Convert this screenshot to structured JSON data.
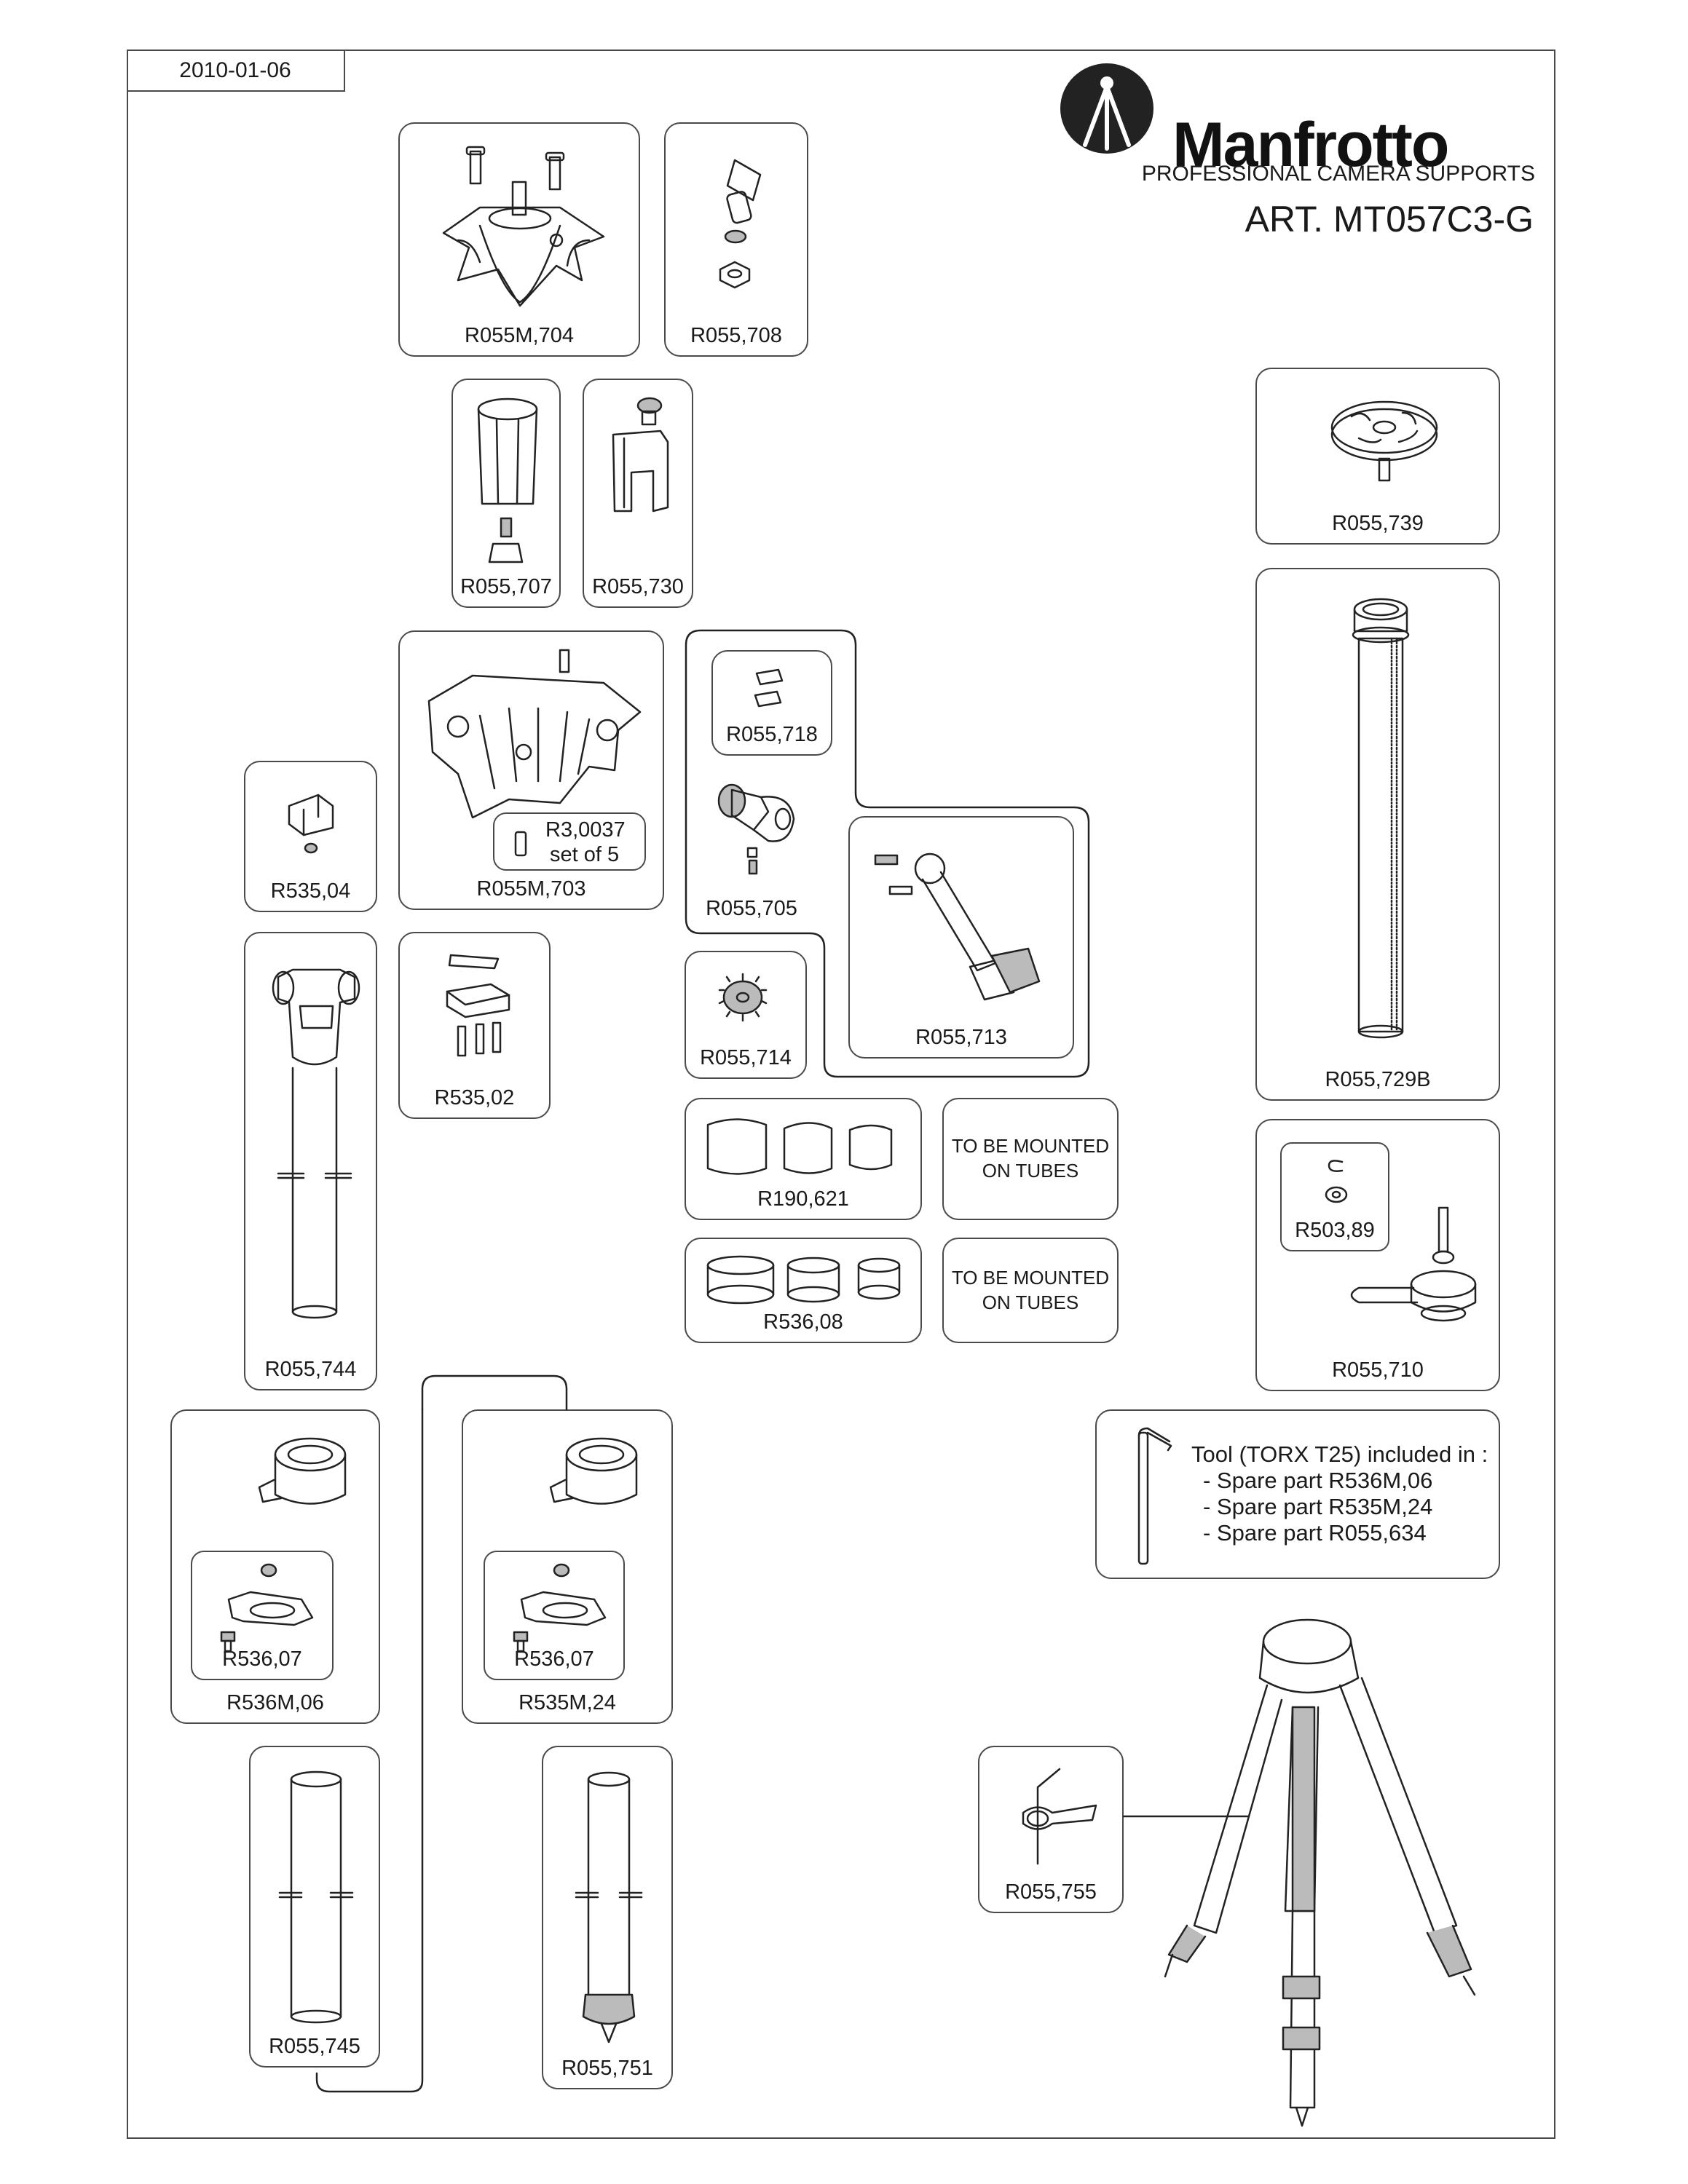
{
  "header": {
    "date": "2010-01-06",
    "brand": "Manfrotto",
    "tagline": "PROFESSIONAL CAMERA SUPPORTS",
    "article": "ART. MT057C3-G"
  },
  "parts": {
    "r055m704": "R055M,704",
    "r055708": "R055,708",
    "r055707": "R055,707",
    "r055730": "R055,730",
    "r055739": "R055,739",
    "r055m703": "R055M,703",
    "r30037": "R3,0037",
    "r30037_note": "set of 5",
    "r055718": "R055,718",
    "r055705": "R055,705",
    "r055713": "R055,713",
    "r055714": "R055,714",
    "r53504": "R535,04",
    "r53502": "R535,02",
    "r055744": "R055,744",
    "r055729b": "R055,729B",
    "r190621": "R190,621",
    "r53608": "R536,08",
    "r50389": "R503,89",
    "r055710": "R055,710",
    "r53607a": "R536,07",
    "r536m06": "R536M,06",
    "r53607b": "R536,07",
    "r535m24": "R535M,24",
    "r055745": "R055,745",
    "r055751": "R055,751",
    "r055755": "R055,755"
  },
  "notes": {
    "mount1_line1": "TO BE MOUNTED",
    "mount1_line2": "ON TUBES",
    "mount2_line1": "TO BE MOUNTED",
    "mount2_line2": "ON TUBES"
  },
  "tool": {
    "line1": "Tool (TORX T25) included in :",
    "line2": "- Spare part R536M,06",
    "line3": "- Spare part R535M,24",
    "line4": "- Spare part R055,634"
  }
}
